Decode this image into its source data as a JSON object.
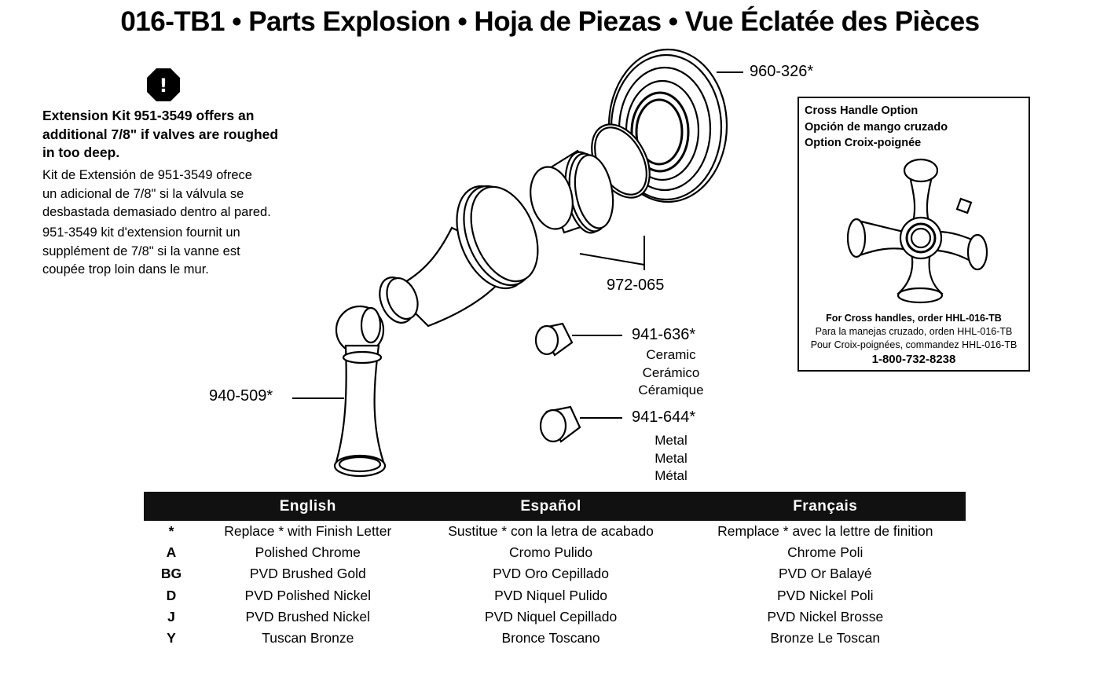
{
  "title": "016-TB1 • Parts Explosion • Hoja de Piezas • Vue Éclatée des Pièces",
  "warning": {
    "icon": "exclamation-octagon-icon",
    "symbol": "!",
    "en_lines": [
      "Extension Kit 951-3549 offers an",
      "additional 7/8\" if valves are roughed",
      "in too deep."
    ],
    "es_lines": [
      "Kit de Extensión de 951-3549 ofrece",
      "un adicional de 7/8\" si la válvula se",
      "desbastada demasiado dentro al pared."
    ],
    "fr_lines": [
      "951-3549 kit d'extension fournit un",
      "supplément de 7/8\" si la vanne est",
      "coupée trop loin dans le mur."
    ]
  },
  "parts": {
    "escutcheon": "960-326*",
    "sleeve": "972-065",
    "handle": "940-509*",
    "cartridge_ceramic": "941-636*",
    "cartridge_metal": "941-644*"
  },
  "materials": {
    "ceramic": [
      "Ceramic",
      "Cerámico",
      "Céramique"
    ],
    "metal": [
      "Metal",
      "Metal",
      "Métal"
    ]
  },
  "cross_handle": {
    "title_lines": [
      "Cross Handle Option",
      "Opción de mango cruzado",
      "Option Croix-poignée"
    ],
    "order_en": "For Cross handles, order HHL-016-TB",
    "order_es": "Para la manejas cruzado, orden HHL-016-TB",
    "order_fr": "Pour Croix-poignées, commandez HHL-016-TB",
    "phone": "1-800-732-8238"
  },
  "finish_table": {
    "headers": [
      "",
      "English",
      "Español",
      "Français"
    ],
    "rows": [
      [
        "*",
        "Replace * with Finish Letter",
        "Sustitue * con la letra de acabado",
        "Remplace * avec la lettre de finition"
      ],
      [
        "A",
        "Polished Chrome",
        "Cromo Pulido",
        "Chrome Poli"
      ],
      [
        "BG",
        "PVD Brushed Gold",
        "PVD Oro Cepillado",
        "PVD Or Balayé"
      ],
      [
        "D",
        "PVD Polished Nickel",
        "PVD Niquel Pulido",
        "PVD Nickel Poli"
      ],
      [
        "J",
        "PVD Brushed Nickel",
        "PVD Niquel Cepillado",
        "PVD Nickel Brosse"
      ],
      [
        "Y",
        "Tuscan Bronze",
        "Bronce Toscano",
        "Bronze Le Toscan"
      ]
    ]
  }
}
